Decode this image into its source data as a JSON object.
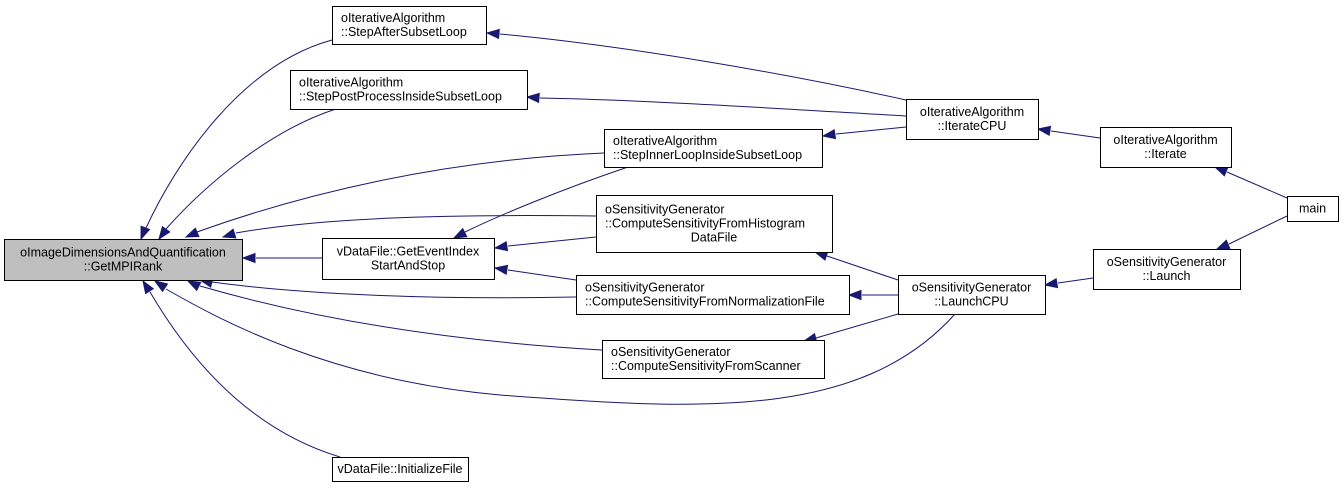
{
  "graph": {
    "type": "doxygen-caller-graph",
    "edge_color": "#191970",
    "current_node_fill": "#bfbfbf",
    "nodes": [
      {
        "id": "getmpirank",
        "lines": [
          "oImageDimensionsAndQuantification",
          "::GetMPIRank"
        ],
        "current": true,
        "align": "center"
      },
      {
        "id": "stepafter",
        "lines": [
          "oIterativeAlgorithm",
          "::StepAfterSubsetLoop"
        ],
        "align": "left"
      },
      {
        "id": "steppost",
        "lines": [
          "oIterativeAlgorithm",
          "::StepPostProcessInsideSubsetLoop"
        ],
        "align": "left"
      },
      {
        "id": "stepinner",
        "lines": [
          "oIterativeAlgorithm",
          "::StepInnerLoopInsideSubsetLoop"
        ],
        "align": "left"
      },
      {
        "id": "geteventindex",
        "lines": [
          "vDataFile::GetEventIndex",
          "StartAndStop"
        ],
        "align": "center"
      },
      {
        "id": "comphist",
        "lines": [
          "oSensitivityGenerator",
          "::ComputeSensitivityFromHistogram",
          "DataFile"
        ],
        "align": "mixed"
      },
      {
        "id": "compnorm",
        "lines": [
          "oSensitivityGenerator",
          "::ComputeSensitivityFromNormalizationFile"
        ],
        "align": "left"
      },
      {
        "id": "compscan",
        "lines": [
          "oSensitivityGenerator",
          "::ComputeSensitivityFromScanner"
        ],
        "align": "left"
      },
      {
        "id": "initfile",
        "lines": [
          "vDataFile::InitializeFile"
        ],
        "align": "center"
      },
      {
        "id": "iteratecpu",
        "lines": [
          "oIterativeAlgorithm",
          "::IterateCPU"
        ],
        "align": "center"
      },
      {
        "id": "launchcpu",
        "lines": [
          "oSensitivityGenerator",
          "::LaunchCPU"
        ],
        "align": "center"
      },
      {
        "id": "iterate",
        "lines": [
          "oIterativeAlgorithm",
          "::Iterate"
        ],
        "align": "center"
      },
      {
        "id": "launch",
        "lines": [
          "oSensitivityGenerator",
          "::Launch"
        ],
        "align": "center"
      },
      {
        "id": "main",
        "lines": [
          "main"
        ],
        "align": "center"
      }
    ],
    "edges": [
      {
        "from": "stepafter",
        "to": "getmpirank"
      },
      {
        "from": "steppost",
        "to": "getmpirank"
      },
      {
        "from": "stepinner",
        "to": "getmpirank"
      },
      {
        "from": "comphist",
        "to": "getmpirank"
      },
      {
        "from": "geteventindex",
        "to": "getmpirank"
      },
      {
        "from": "compnorm",
        "to": "getmpirank"
      },
      {
        "from": "compscan",
        "to": "getmpirank"
      },
      {
        "from": "launchcpu",
        "to": "getmpirank"
      },
      {
        "from": "initfile",
        "to": "getmpirank"
      },
      {
        "from": "stepinner",
        "to": "geteventindex"
      },
      {
        "from": "comphist",
        "to": "geteventindex"
      },
      {
        "from": "compnorm",
        "to": "geteventindex"
      },
      {
        "from": "iteratecpu",
        "to": "stepafter"
      },
      {
        "from": "iteratecpu",
        "to": "steppost"
      },
      {
        "from": "iteratecpu",
        "to": "stepinner"
      },
      {
        "from": "launchcpu",
        "to": "comphist"
      },
      {
        "from": "launchcpu",
        "to": "compnorm"
      },
      {
        "from": "launchcpu",
        "to": "compscan"
      },
      {
        "from": "iterate",
        "to": "iteratecpu"
      },
      {
        "from": "launch",
        "to": "launchcpu"
      },
      {
        "from": "main",
        "to": "iterate"
      },
      {
        "from": "main",
        "to": "launch"
      }
    ]
  }
}
